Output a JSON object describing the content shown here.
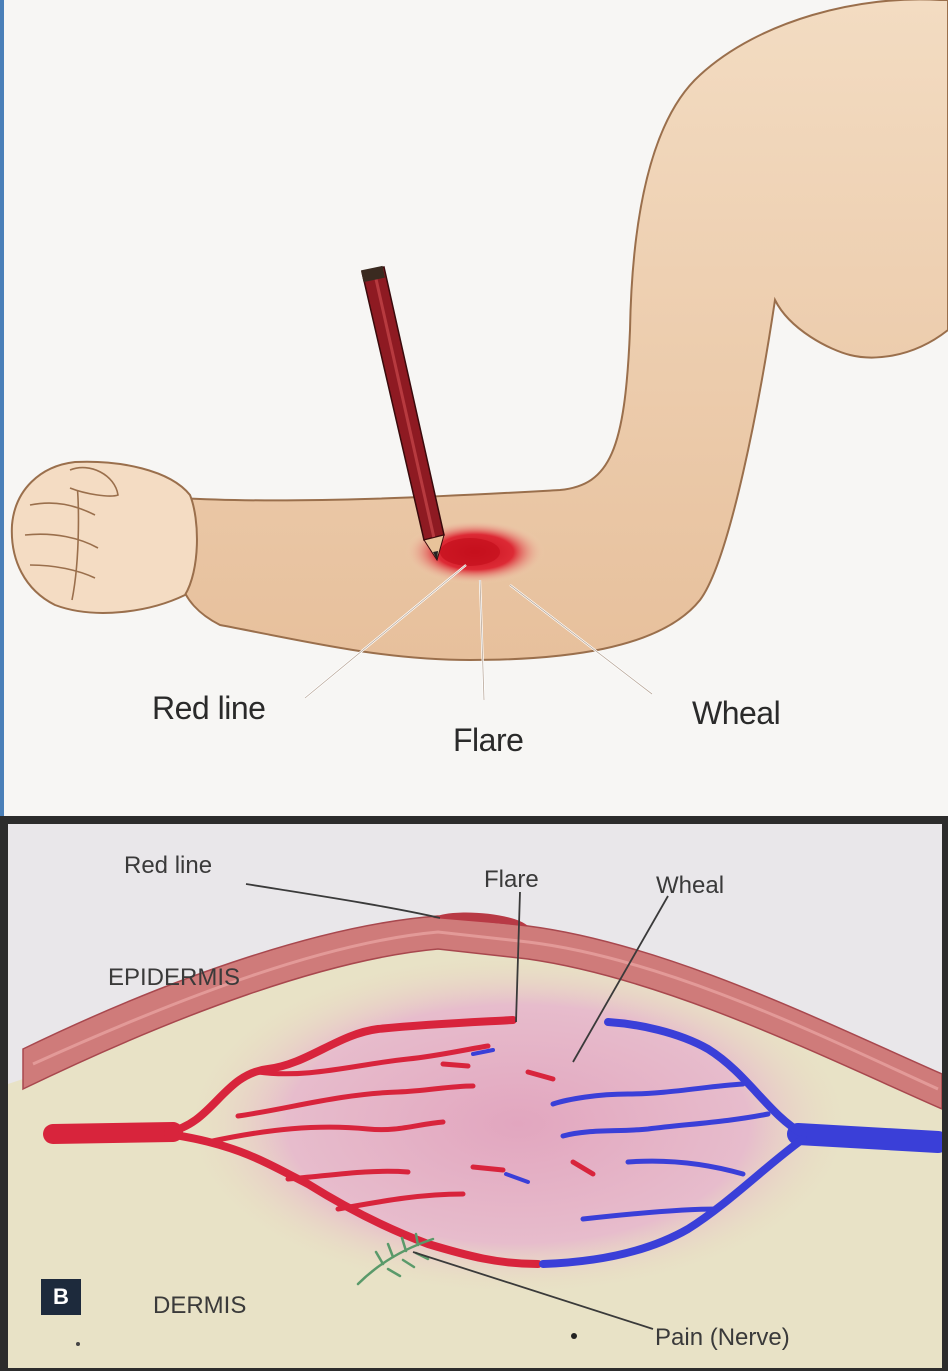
{
  "panel_a": {
    "labels": {
      "red_line": "Red line",
      "flare": "Flare",
      "wheal": "Wheal"
    }
  },
  "panel_b": {
    "badge": "B",
    "labels": {
      "red_line": "Red line",
      "flare": "Flare",
      "wheal": "Wheal",
      "epidermis": "EPIDERMIS",
      "dermis": "DERMIS",
      "pain_nerve": "Pain (Nerve)"
    }
  },
  "colors": {
    "skin": "#f0d3b4",
    "redness": "#d21f2b",
    "artery": "#d8243c",
    "vein": "#3a3fd8",
    "epidermis": "#c86a6e",
    "nerve": "#5a9a6a"
  }
}
